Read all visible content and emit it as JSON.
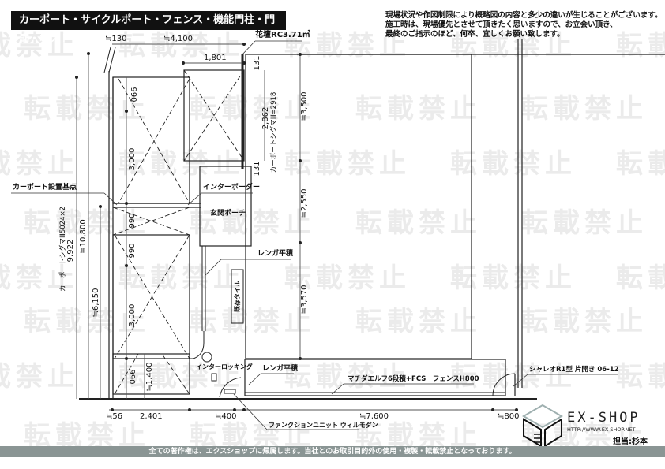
{
  "watermark": "転載禁止",
  "title": "カーポート・サイクルポート・フェンス・機能門柱・門扉・ポスト",
  "notes": [
    "現場状況や作図制限により概略図の内容と多少の違いが生じることがございます。",
    "施工時は、現場優先とさせて頂きたく思いますので、お立会い頂き、",
    "最終のご指示のほど、何卒、宜しくお願い致します。"
  ],
  "labels": {
    "flowerbed": "花壇RC3.71㎡",
    "carport_base": "カーポート設置基点",
    "interborder": "インターボーダー",
    "porch": "玄関ポーチ",
    "brick1": "レンガ平積",
    "existing_tile": "既存タイル",
    "carport_main": "カーポートシグマⅢ5024×2",
    "carport_sub": "カーポートシグマⅢ=2918",
    "interlocking": "インターロッキング",
    "brick2": "レンガ平積",
    "fence": "マチダエルフ6段積+FCS　フェンスH800",
    "gate": "シャレオR1型 片開き 06-12",
    "function_unit": "ファンクションユニット ウィルモダン"
  },
  "dims": {
    "d130": "≒130",
    "d4100": "≒4,100",
    "d1801": "1,801",
    "d131a": "131",
    "d131b": "131",
    "d2862": "2,862",
    "d3500": "≒3,500",
    "d2550": "≒2,550",
    "d3570": "≒3,570",
    "d990a": "990",
    "d3000a": "3,000",
    "d990b": "990",
    "d990c": "990",
    "d3000b": "3,000",
    "d990d": "990",
    "d1400": "≒1,400",
    "d9922": "9,922",
    "d10800": "≒10,800",
    "d6150": "≒6,150",
    "d56": "≒56",
    "d2401": "2,401",
    "d400": "≒400",
    "d7600": "≒7,600",
    "d800": "≒800"
  },
  "logo": {
    "brand": "EX-SHOP",
    "url": "HTTP://WWW.EX-SHOP.NET",
    "staff": "担当:杉本"
  },
  "footer": "全ての著作権は、エクスショップに帰属します。当社とのお取引目的外の使用・複製・転載禁止となっております。"
}
